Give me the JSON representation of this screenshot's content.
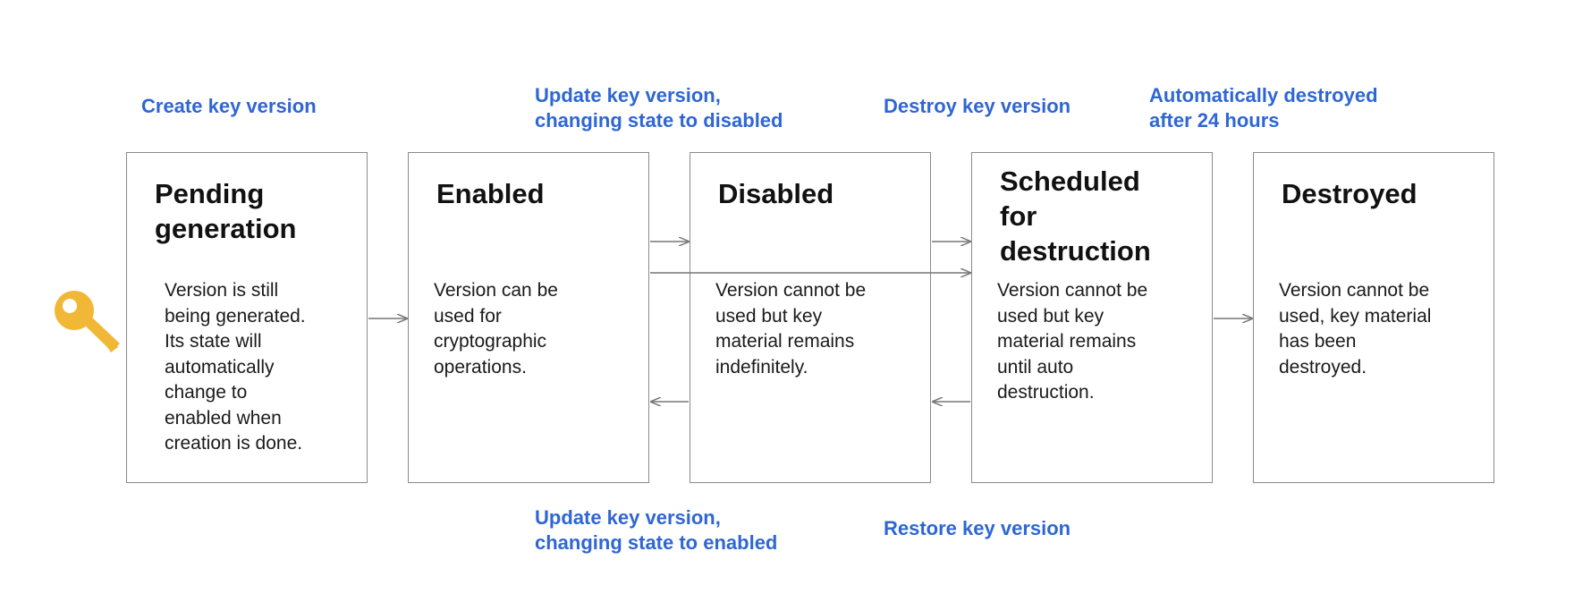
{
  "colors": {
    "action_text": "#2f66d4",
    "box_border": "#8a8a8a",
    "arrow": "#777777",
    "key_icon": "#f0b836"
  },
  "icons": {
    "start": "key-icon"
  },
  "actions": {
    "create": "Create key version",
    "disable": "Update key version,\nchanging state to disabled",
    "destroy": "Destroy key version",
    "auto_destroy": "Automatically destroyed\nafter 24 hours",
    "enable": "Update key version,\nchanging state to enabled",
    "restore": "Restore key version"
  },
  "states": [
    {
      "title": "Pending\ngeneration",
      "description": "Version is still\nbeing generated.\nIts state will\nautomatically\nchange to\nenabled when\ncreation is done."
    },
    {
      "title": "Enabled",
      "description": "Version can be\nused for\ncryptographic\noperations."
    },
    {
      "title": "Disabled",
      "description": "Version cannot be\nused but key\nmaterial remains\nindefinitely."
    },
    {
      "title": "Scheduled\nfor\ndestruction",
      "description": "Version cannot be\nused but key\nmaterial remains\nuntil auto\ndestruction."
    },
    {
      "title": "Destroyed",
      "description": "Version cannot be\nused, key material\nhas been\ndestroyed."
    }
  ]
}
